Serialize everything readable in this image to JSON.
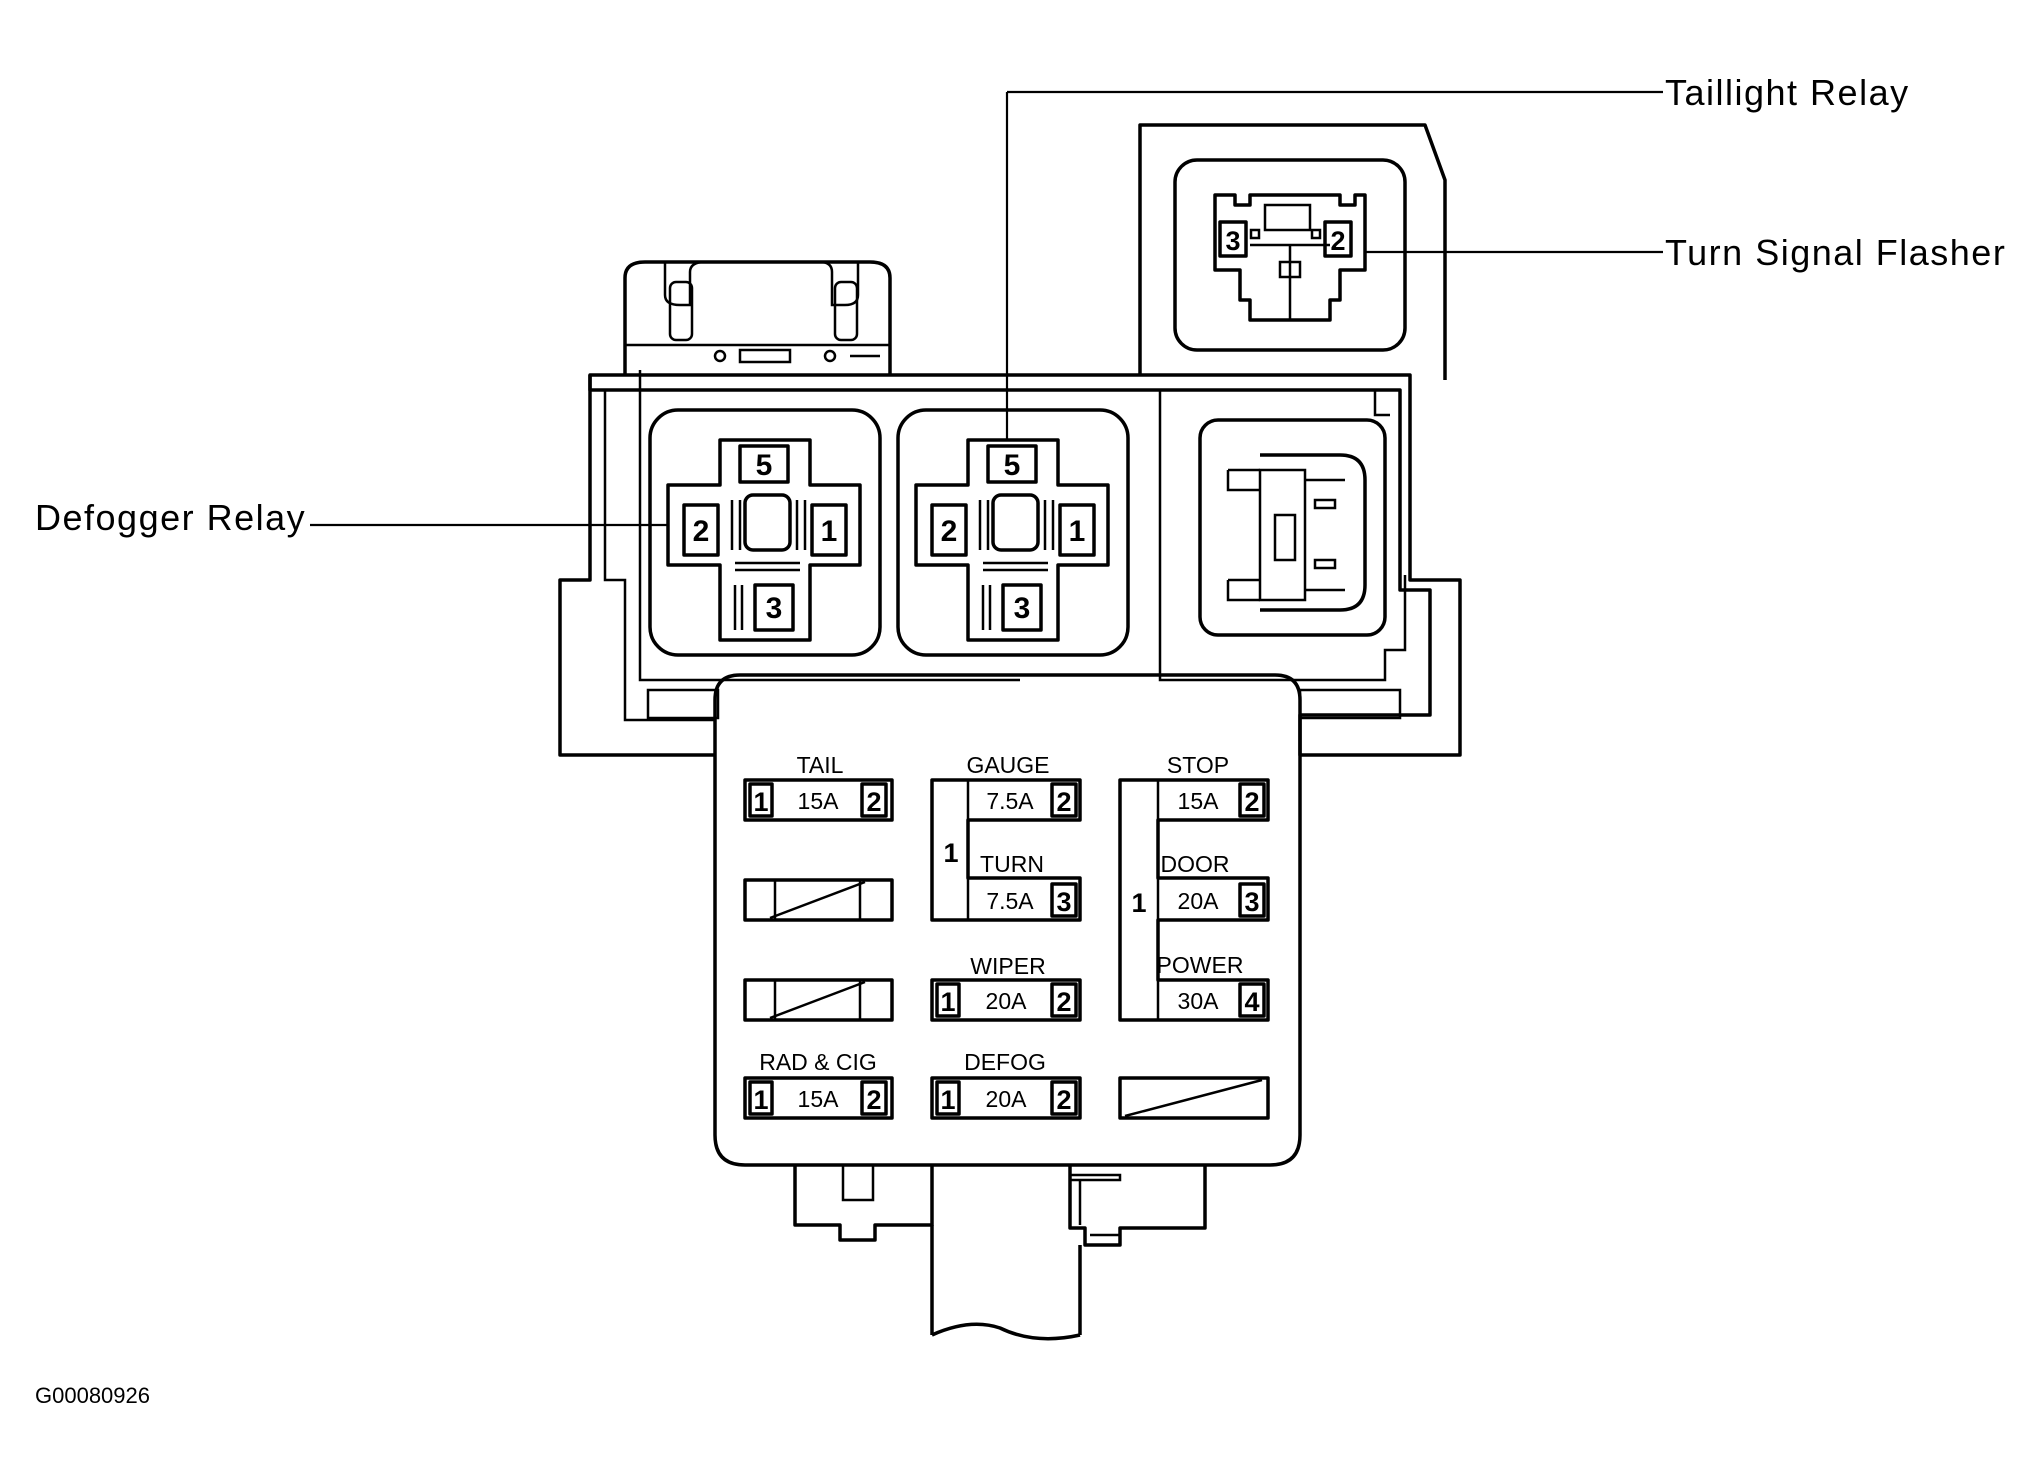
{
  "callouts": {
    "taillight_relay": "Taillight Relay",
    "turn_signal_flasher": "Turn Signal Flasher",
    "defogger_relay": "Defogger Relay"
  },
  "relays": {
    "defogger": {
      "pins": [
        "5",
        "2",
        "1",
        "3"
      ]
    },
    "taillight": {
      "pins": [
        "5",
        "2",
        "1",
        "3"
      ]
    }
  },
  "flasher": {
    "pins": [
      "3",
      "2"
    ]
  },
  "fuses": {
    "tail": {
      "label": "TAIL",
      "rating": "15A",
      "pin_left": "1",
      "pin_right": "2"
    },
    "gauge": {
      "label": "GAUGE",
      "rating": "7.5A",
      "pin_right": "2"
    },
    "turn": {
      "label": "TURN",
      "rating": "7.5A",
      "pin_right": "3"
    },
    "gauge_turn_common": "1",
    "stop": {
      "label": "STOP",
      "rating": "15A",
      "pin_right": "2"
    },
    "door": {
      "label": "DOOR",
      "rating": "20A",
      "pin_right": "3"
    },
    "power": {
      "label": "POWER",
      "rating": "30A",
      "pin_right": "4"
    },
    "stop_door_power_common": "1",
    "wiper": {
      "label": "WIPER",
      "rating": "20A",
      "pin_left": "1",
      "pin_right": "2"
    },
    "rad_cig": {
      "label": "RAD & CIG",
      "rating": "15A",
      "pin_left": "1",
      "pin_right": "2"
    },
    "defog": {
      "label": "DEFOG",
      "rating": "20A",
      "pin_left": "1",
      "pin_right": "2"
    }
  },
  "figure_code": "G00080926"
}
